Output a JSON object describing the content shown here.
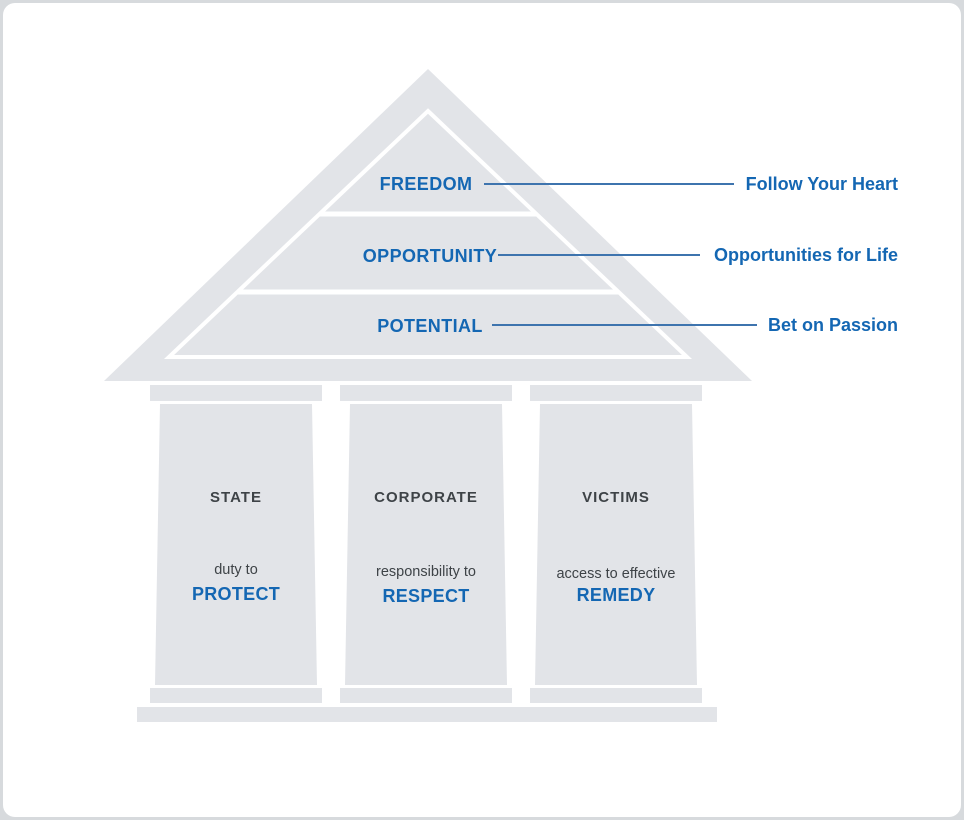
{
  "colors": {
    "canvas_edge": "#d7dadd",
    "card_background": "#ffffff",
    "shape_gray": "#e2e4e8",
    "accent_blue": "#1467b3",
    "connector_blue": "#3e74ae",
    "dark_text": "#3e4347"
  },
  "pediment": {
    "levels": [
      {
        "label": "FREEDOM",
        "annotation": "Follow Your Heart"
      },
      {
        "label": "OPPORTUNITY",
        "annotation": "Opportunities for Life"
      },
      {
        "label": "POTENTIAL",
        "annotation": "Bet on Passion"
      }
    ]
  },
  "pillars": [
    {
      "title": "STATE",
      "qualifier": "duty to",
      "keyword": "PROTECT"
    },
    {
      "title": "CORPORATE",
      "qualifier": "responsibility to",
      "keyword": "RESPECT"
    },
    {
      "title": "VICTIMS",
      "qualifier": "access to effective",
      "keyword": "REMEDY"
    }
  ]
}
